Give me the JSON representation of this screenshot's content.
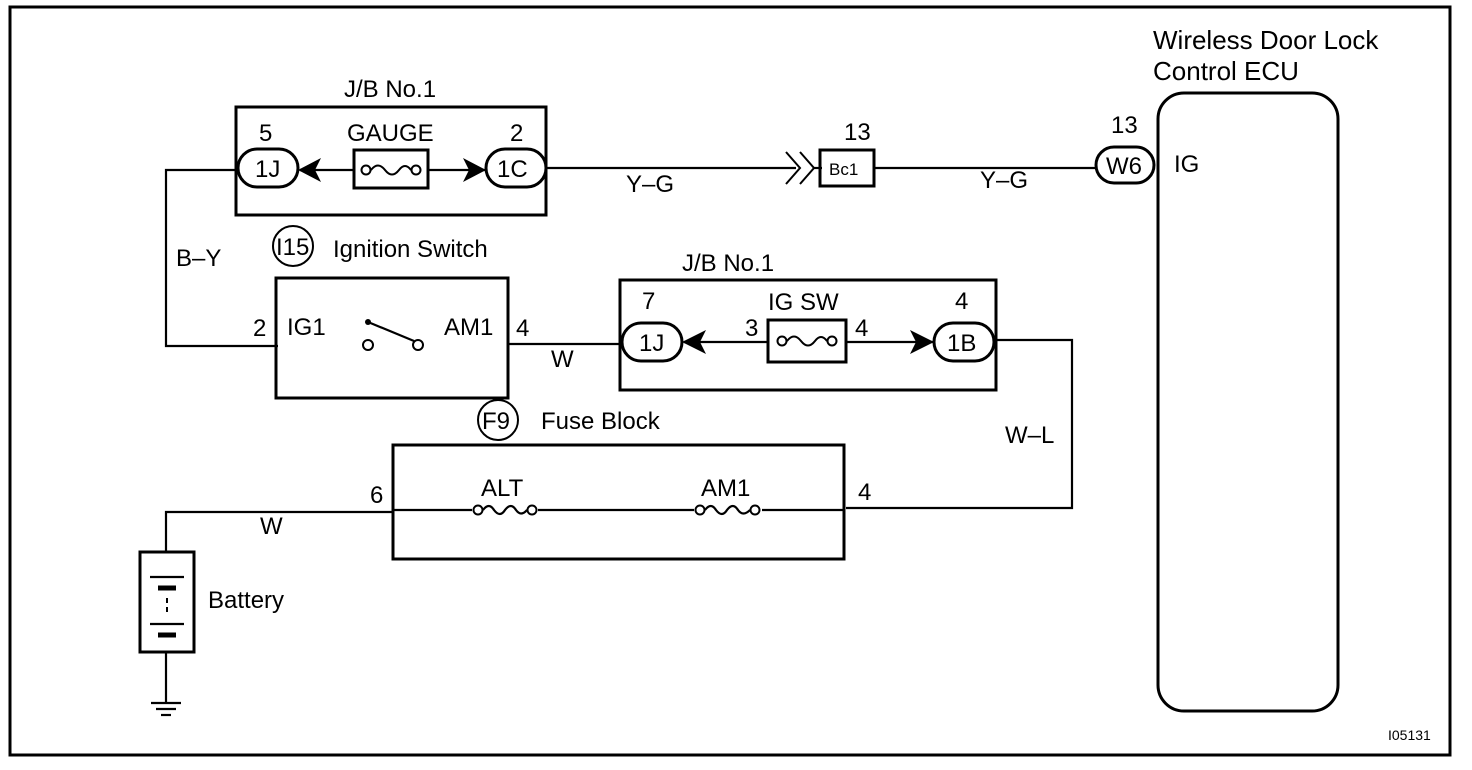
{
  "figure_id": "I05131",
  "ecu": {
    "title_line1": "Wireless Door Lock",
    "title_line2": "Control ECU",
    "pin_label": "IG",
    "connector_code": "W6",
    "connector_pin": "13"
  },
  "jb_top": {
    "title": "J/B No.1",
    "fuse_label": "GAUGE",
    "left_connector": "1J",
    "left_pin": "5",
    "right_connector": "1C",
    "right_pin": "2"
  },
  "junction": {
    "code": "Bc1",
    "pin": "13"
  },
  "ignition_switch": {
    "code": "I15",
    "title": "Ignition Switch",
    "left_terminal": "IG1",
    "right_terminal": "AM1",
    "left_pin": "2",
    "right_pin": "4"
  },
  "jb_mid": {
    "title": "J/B No.1",
    "fuse_label": "IG SW",
    "left_connector": "1J",
    "left_pin": "7",
    "right_connector": "1B",
    "right_pin": "4",
    "fuse_in_pin": "3",
    "fuse_out_pin": "4"
  },
  "fuse_block": {
    "code": "F9",
    "title": "Fuse Block",
    "fuse1_label": "ALT",
    "fuse2_label": "AM1",
    "left_pin": "6",
    "right_pin": "4"
  },
  "battery": {
    "label": "Battery"
  },
  "wires": {
    "y_g_1": "Y–G",
    "y_g_2": "Y–G",
    "b_y": "B–Y",
    "w_1": "W",
    "w_l": "W–L",
    "w_2": "W"
  }
}
